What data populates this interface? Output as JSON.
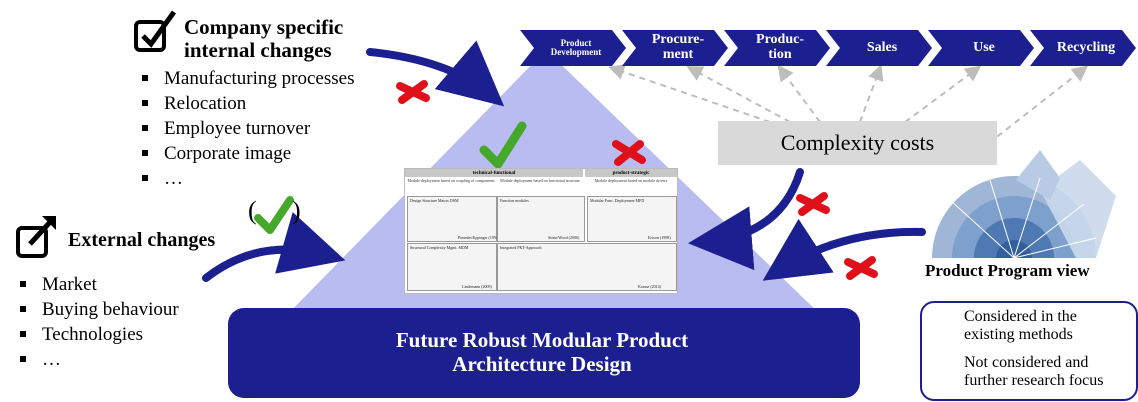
{
  "company": {
    "title_line1": "Company specific",
    "title_line2": "internal changes",
    "items": [
      "Manufacturing processes",
      "Relocation",
      "Employee turnover",
      "Corporate image",
      "…"
    ]
  },
  "external": {
    "title": "External changes",
    "items": [
      "Market",
      "Buying behaviour",
      "Technologies",
      "…"
    ]
  },
  "value_chain": [
    {
      "l1": "Product",
      "l2": "Development"
    },
    {
      "l1": "Procure-",
      "l2": "ment"
    },
    {
      "l1": "Produc-",
      "l2": "tion"
    },
    {
      "l1": "Sales",
      "l2": ""
    },
    {
      "l1": "Use",
      "l2": ""
    },
    {
      "l1": "Recycling",
      "l2": ""
    }
  ],
  "complexity_costs": "Complexity costs",
  "table": {
    "header_left": "technical-functional",
    "header_right": "product-strategic",
    "sub1": "Module deployment based on coupling of components",
    "sub2": "Module deployment based on functional structure",
    "sub3": "Module deployment based on module drivers",
    "cell1": "Design Structure Matrix DSM",
    "cell2": "Function modules",
    "cell3": "Modular Func. Deployment MFD",
    "cell4": "Structural Complexity Mgmt. MDM",
    "cell5": "Integrated PKT-Approach",
    "ref1": "Pimmler/Eppinger (1994)",
    "ref2": "Stone/Wood (2000)",
    "ref3": "Erixon (1998)",
    "ref4": "Lindemann (2009)",
    "ref5": "Krause (2014)"
  },
  "banner": {
    "line1": "Future Robust Modular Product",
    "line2": "Architecture Design"
  },
  "check_paren_open": "(",
  "check_paren_close": ")",
  "ppv_title": "Product Program view",
  "legend": {
    "considered_l1": "Considered in the",
    "considered_l2": "existing methods",
    "not_l1": "Not considered and",
    "not_l2": "further research focus"
  },
  "colors": {
    "navy": "#1c1f8f",
    "triangle": "#b4b8f0",
    "check_green": "#46a82a",
    "cross_red": "#e0101a",
    "gray_box": "#d9d9d9"
  }
}
